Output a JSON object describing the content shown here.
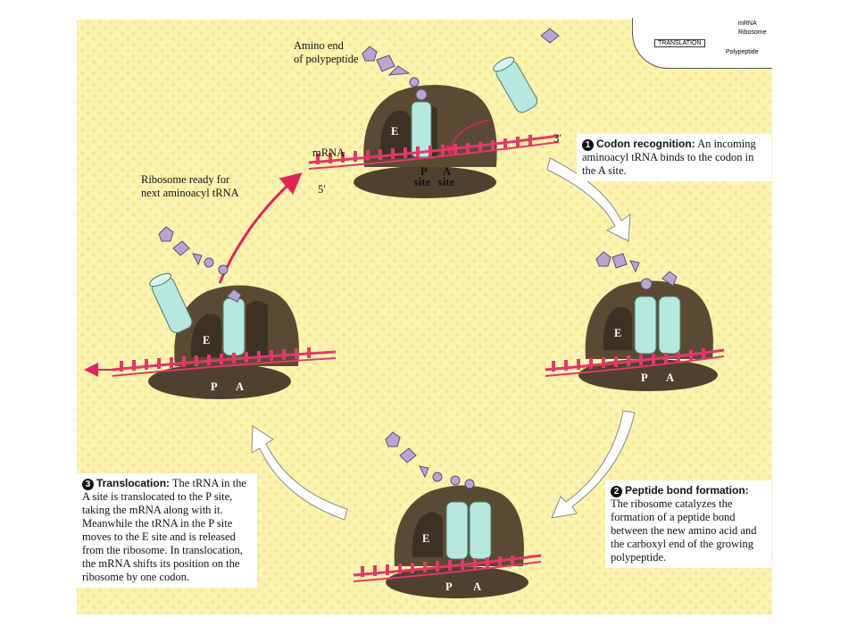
{
  "labels": {
    "amino_end_line1": "Amino end",
    "amino_end_line2": "of polypeptide",
    "mrna": "mRNA",
    "three_prime": "3′",
    "five_prime": "5′",
    "e": "E",
    "p": "P",
    "a": "A",
    "site": "site",
    "ready_line1": "Ribosome ready for",
    "ready_line2": "next aminoacyl tRNA"
  },
  "steps": [
    {
      "number": "1",
      "title": "Codon recognition:",
      "text": "An incoming aminoacyl tRNA binds to the codon in the A site."
    },
    {
      "number": "2",
      "title": "Peptide bond formation:",
      "text": "The ribosome catalyzes the formation of a peptide bond between the new amino acid and the carboxyl end of the growing polypeptide."
    },
    {
      "number": "3",
      "title": "Translocation:",
      "text": "The tRNA in the A site is translocated to the P site, taking the mRNA along with it. Meanwhile the tRNA in the P site moves to the E site and is released from the ribosome. In translocation, the mRNA shifts its position on the ribosome by one codon."
    }
  ],
  "inset": {
    "label": "TRANSLATION",
    "mrna": "mRNA",
    "ribosome": "Ribosome",
    "polypeptide": "Polypeptide"
  },
  "colors": {
    "background": "#fbf3b0",
    "ribosome": "#5a4a34",
    "trna": "#b6e8de",
    "peptide": "#b8a6d0",
    "mrna": "#e03a6a",
    "arrow": "#e0245a"
  }
}
